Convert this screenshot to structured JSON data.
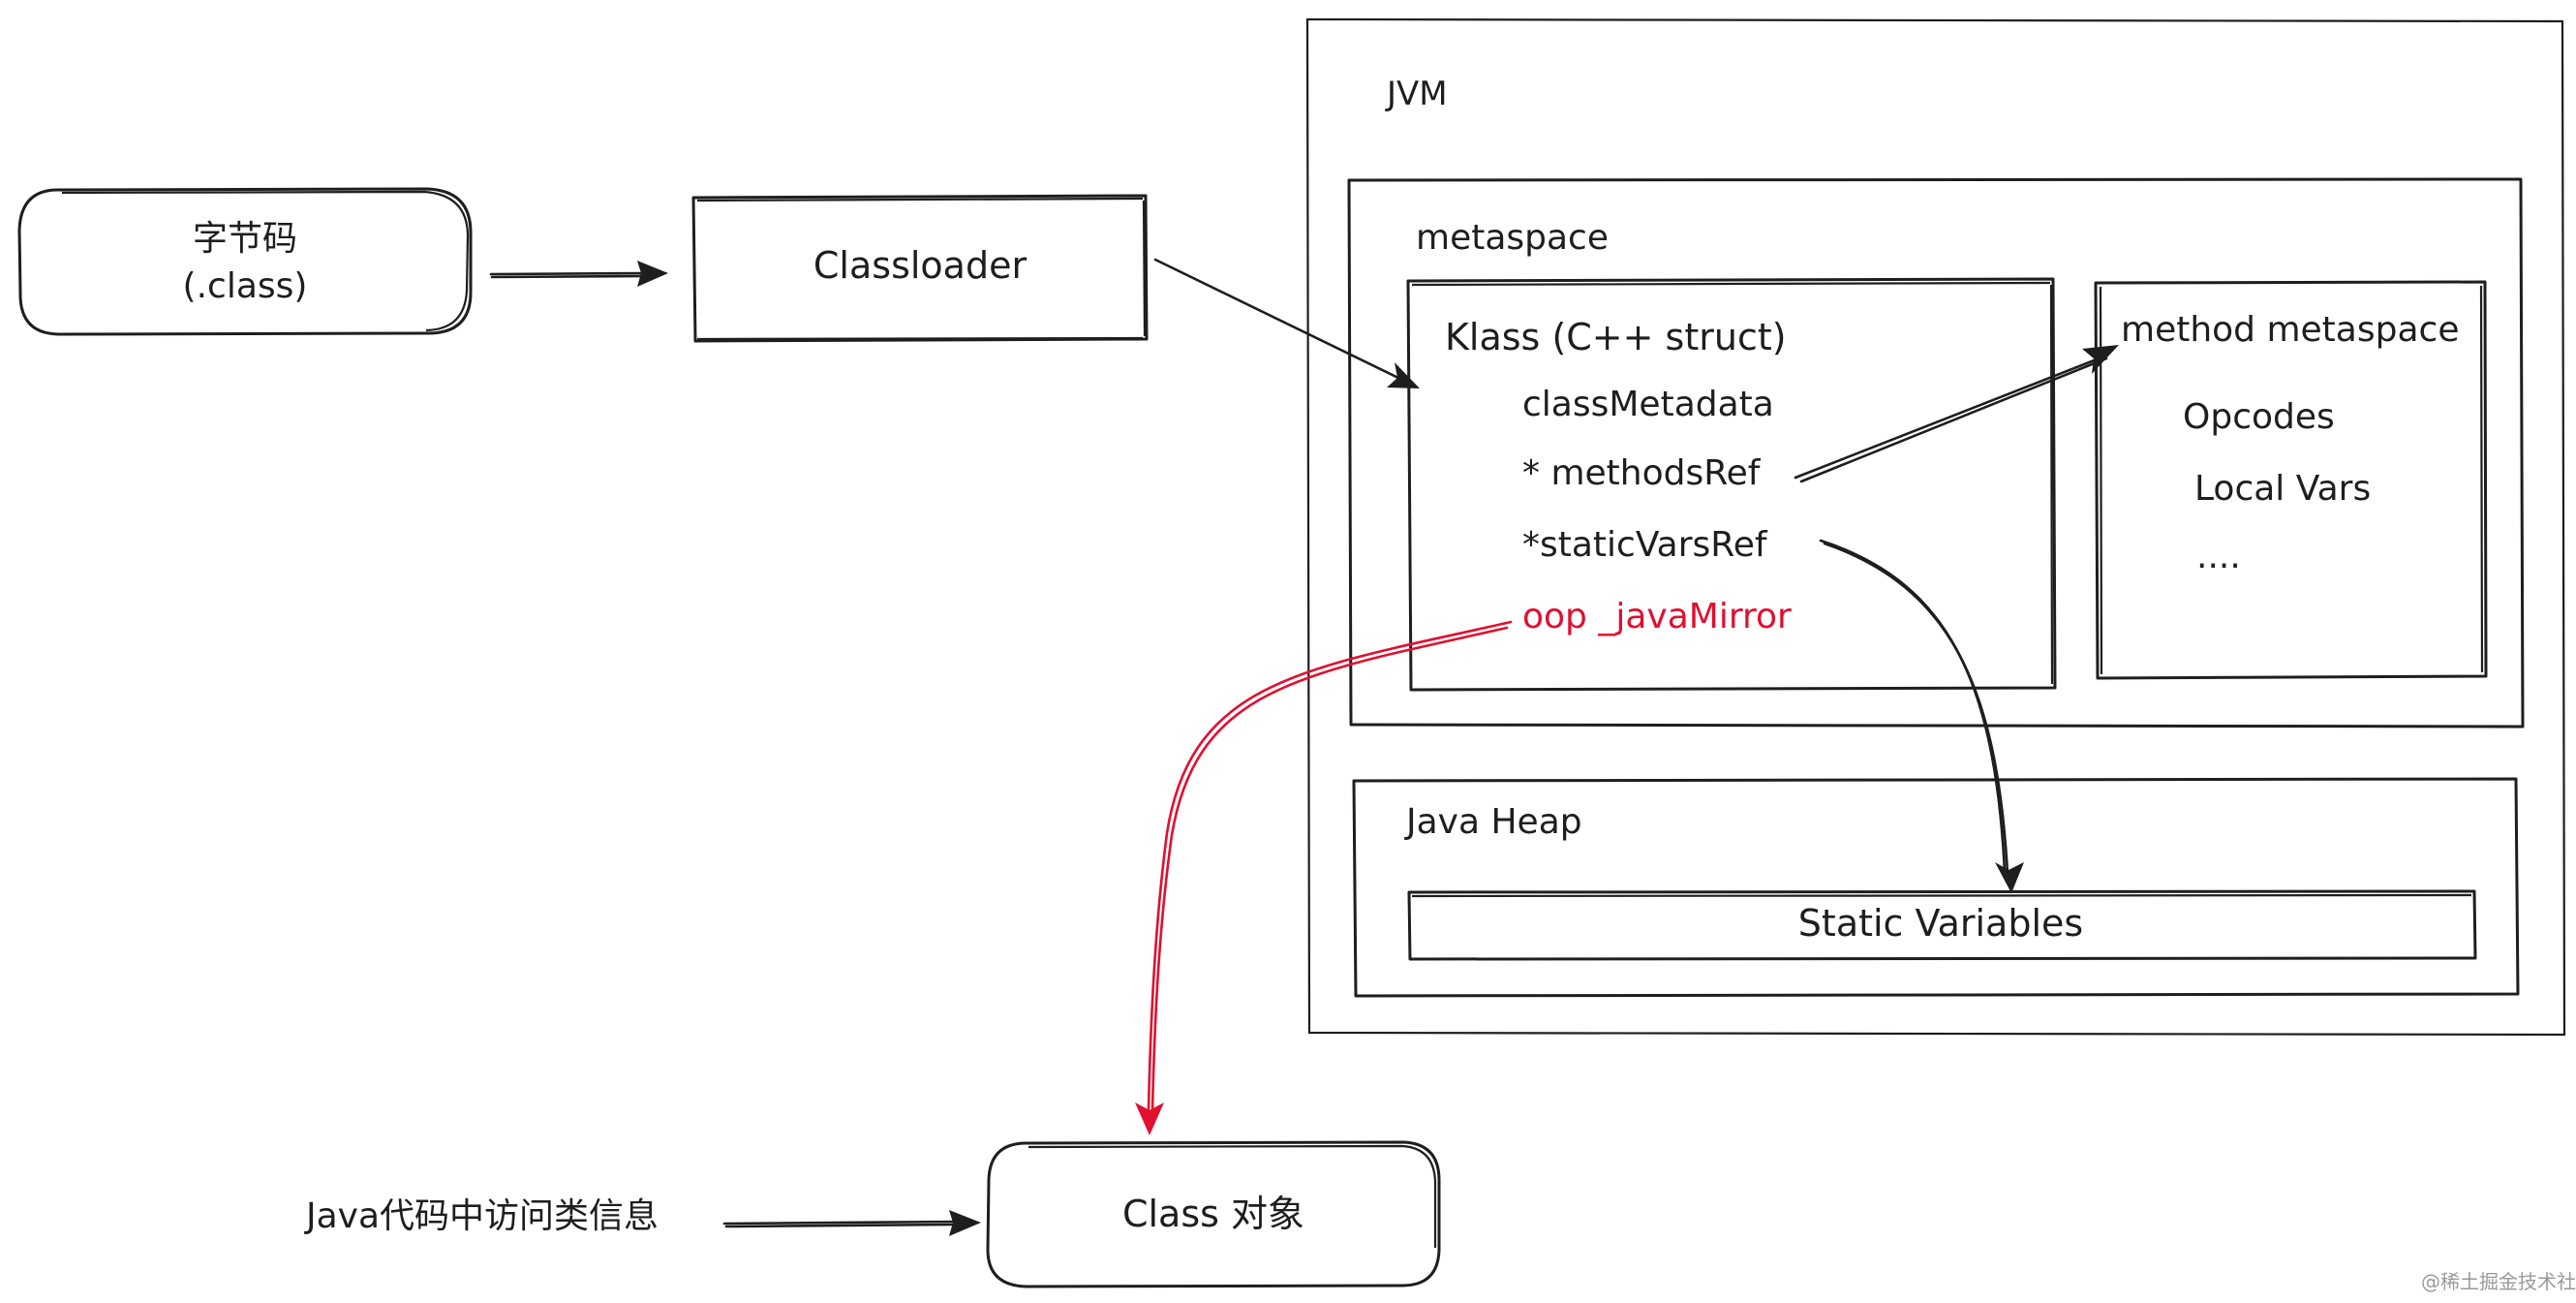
{
  "bytecode": {
    "line1": "字节码",
    "line2": "(.class)"
  },
  "classloader": {
    "label": "Classloader"
  },
  "jvm": {
    "label": "JVM"
  },
  "metaspace": {
    "label": "metaspace"
  },
  "klass": {
    "title": "Klass (C++ struct)",
    "class_metadata": "classMetadata",
    "methods_ref": "* methodsRef",
    "static_vars_ref": "*staticVarsRef",
    "java_mirror": "oop _javaMirror"
  },
  "method_metaspace": {
    "title": "method metaspace",
    "opcodes": "Opcodes",
    "local_vars": "Local Vars",
    "ellipsis": "...."
  },
  "java_heap": {
    "label": "Java Heap"
  },
  "static_variables": {
    "label": "Static Variables"
  },
  "class_object": {
    "label": "Class 对象"
  },
  "java_access": {
    "label": "Java代码中访问类信息"
  },
  "watermark": {
    "text": "@稀土掘金技术社区"
  },
  "colors": {
    "stroke": "#1e1e1e",
    "highlight": "#e0102f",
    "background": "#ffffff"
  }
}
